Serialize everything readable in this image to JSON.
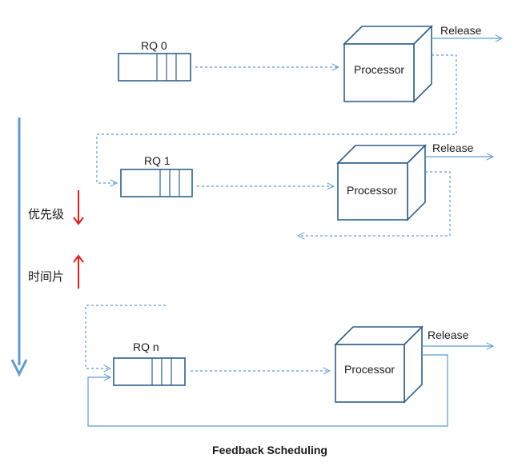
{
  "queues": [
    {
      "label": "RQ 0"
    },
    {
      "label": "RQ 1"
    },
    {
      "label": "RQ n"
    }
  ],
  "processors": [
    {
      "label": "Processor",
      "release": "Release"
    },
    {
      "label": "Processor",
      "release": "Release"
    },
    {
      "label": "Processor",
      "release": "Release"
    }
  ],
  "side": {
    "priority": "优先级",
    "time_slice": "时间片"
  },
  "caption": "Feedback Scheduling",
  "colors": {
    "line": "#5b9bd5",
    "box_stroke": "#2e5f8e",
    "down_arrow": "#5b9bd5",
    "red_arrow": "#e8191c",
    "text": "#1a1a1a"
  }
}
